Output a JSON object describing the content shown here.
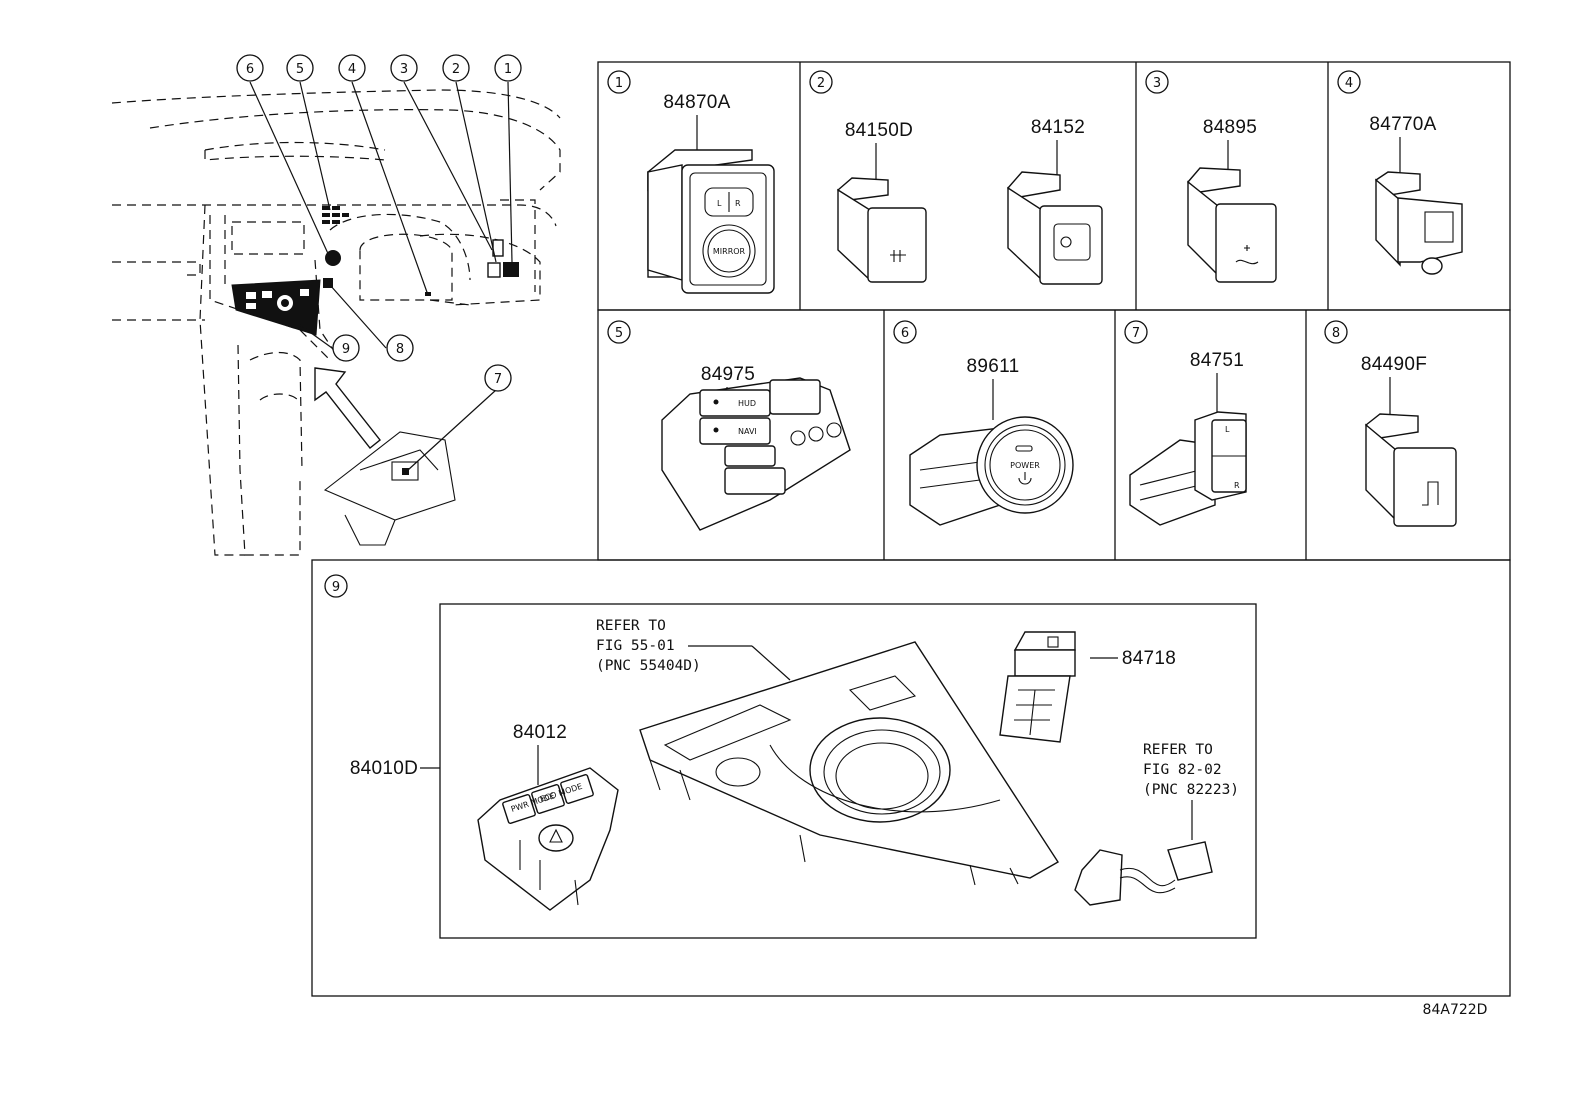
{
  "overview_callouts": [
    "6",
    "5",
    "4",
    "3",
    "2",
    "1",
    "9",
    "8",
    "7"
  ],
  "cells": [
    {
      "num": "1",
      "parts": [
        "84870A"
      ],
      "labels": [
        "L",
        "R",
        "MIRROR"
      ]
    },
    {
      "num": "2",
      "parts": [
        "84150D",
        "84152"
      ]
    },
    {
      "num": "3",
      "parts": [
        "84895"
      ]
    },
    {
      "num": "4",
      "parts": [
        "84770A"
      ]
    },
    {
      "num": "5",
      "parts": [
        "84975"
      ],
      "labels": [
        "HUD",
        "NAVI"
      ]
    },
    {
      "num": "6",
      "parts": [
        "89611"
      ],
      "labels": [
        "POWER"
      ]
    },
    {
      "num": "7",
      "parts": [
        "84751"
      ],
      "labels": [
        "L",
        "R"
      ]
    },
    {
      "num": "8",
      "parts": [
        "84490F"
      ]
    }
  ],
  "assembly": {
    "num": "9",
    "outer_part": "84010D",
    "parts": [
      "84012",
      "84718"
    ],
    "switch_labels": [
      "PWR MODE",
      "ECO MODE"
    ],
    "refer_1": [
      "REFER TO",
      "FIG 55-01",
      "(PNC 55404D)"
    ],
    "refer_2": [
      "REFER TO",
      "FIG 82-02",
      "(PNC 82223)"
    ]
  },
  "figure_code": "84A722D"
}
